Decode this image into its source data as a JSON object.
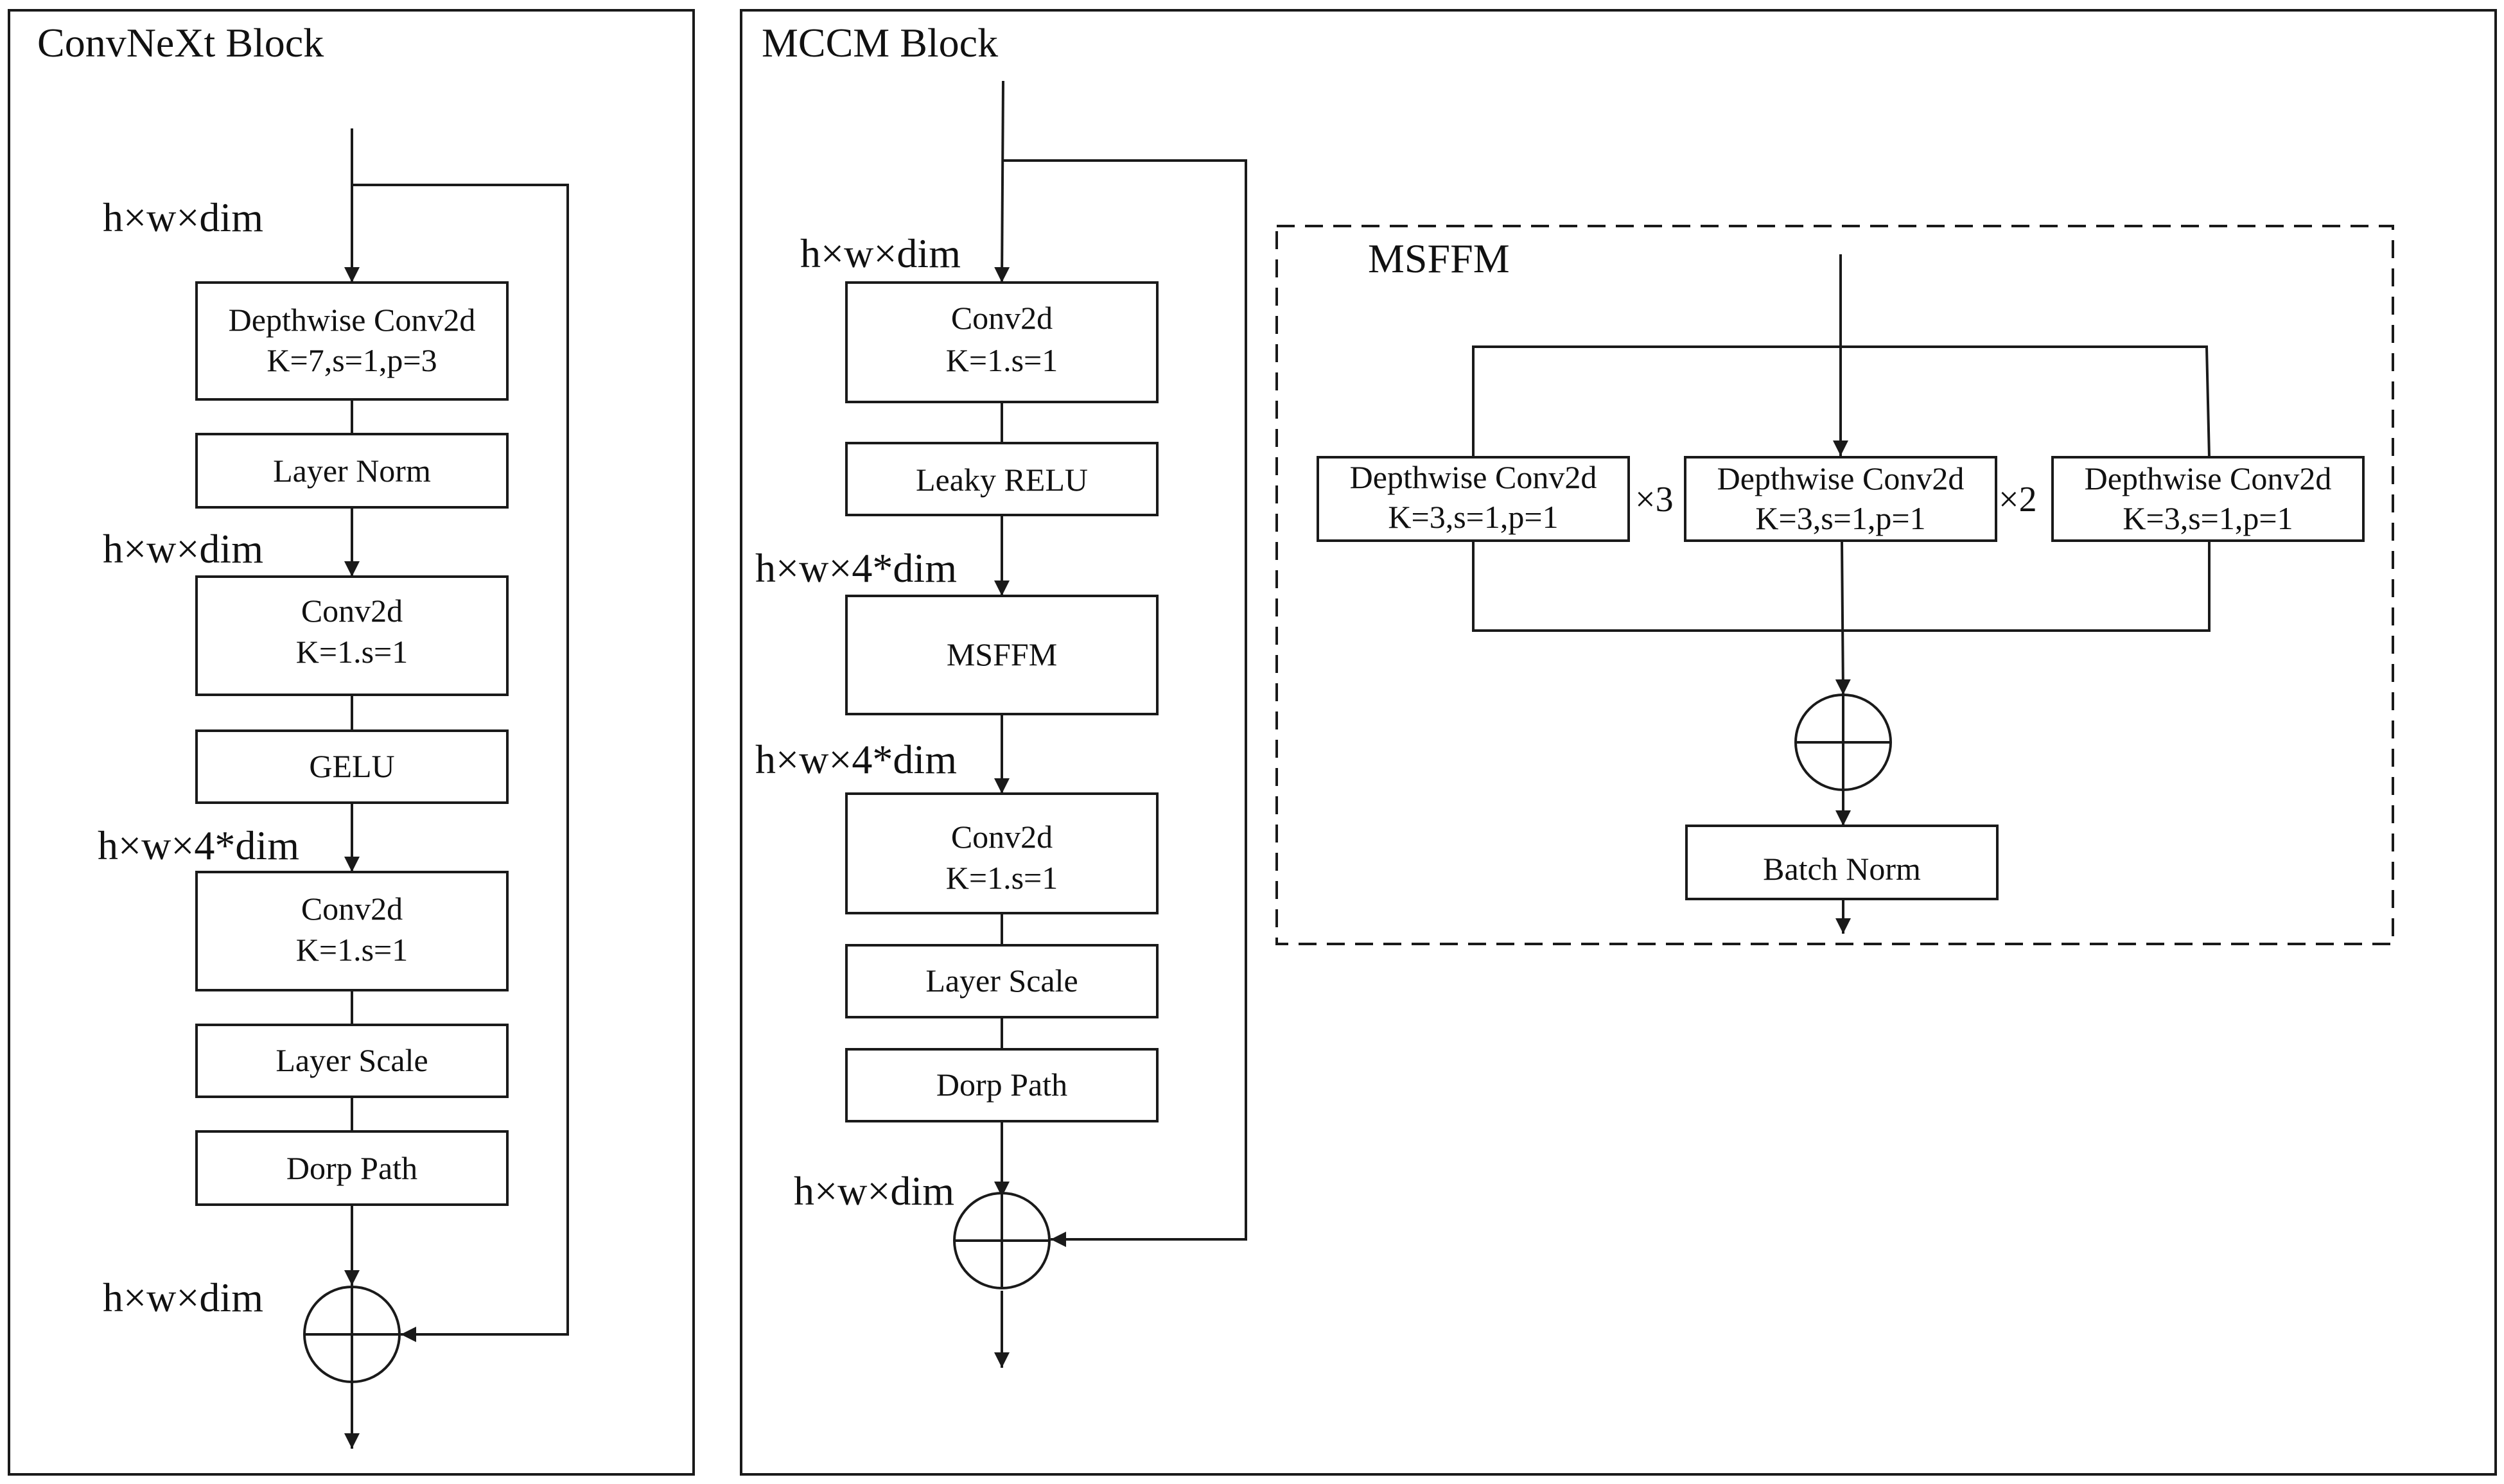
{
  "convnext": {
    "title": "ConvNeXt Block",
    "dims": [
      "h×w×dim",
      "h×w×dim",
      "h×w×4*dim",
      "h×w×dim"
    ],
    "dwconv": {
      "line1": "Depthwise Conv2d",
      "line2": "K=7,s=1,p=3"
    },
    "layer_norm": "Layer Norm",
    "conv1": {
      "line1": "Conv2d",
      "line2": "K=1.s=1"
    },
    "gelu": "GELU",
    "conv2": {
      "line1": "Conv2d",
      "line2": "K=1.s=1"
    },
    "layer_scale": "Layer Scale",
    "drop_path": "Dorp Path"
  },
  "mccm": {
    "title": "MCCM Block",
    "dims": [
      "h×w×dim",
      "h×w×4*dim",
      "h×w×4*dim",
      "h×w×dim"
    ],
    "conv1": {
      "line1": "Conv2d",
      "line2": "K=1.s=1"
    },
    "leaky_relu": "Leaky RELU",
    "msffm": "MSFFM",
    "conv2": {
      "line1": "Conv2d",
      "line2": "K=1.s=1"
    },
    "layer_scale": "Layer Scale",
    "drop_path": "Dorp Path"
  },
  "msffm_detail": {
    "title": "MSFFM",
    "branches": [
      {
        "line1": "Depthwise Conv2d",
        "line2": "K=3,s=1,p=1"
      },
      {
        "line1": "Depthwise Conv2d",
        "line2": "K=3,s=1,p=1"
      },
      {
        "line1": "Depthwise Conv2d",
        "line2": "K=3,s=1,p=1"
      }
    ],
    "multipliers": [
      "×3",
      "×2"
    ],
    "batch_norm": "Batch Norm"
  }
}
